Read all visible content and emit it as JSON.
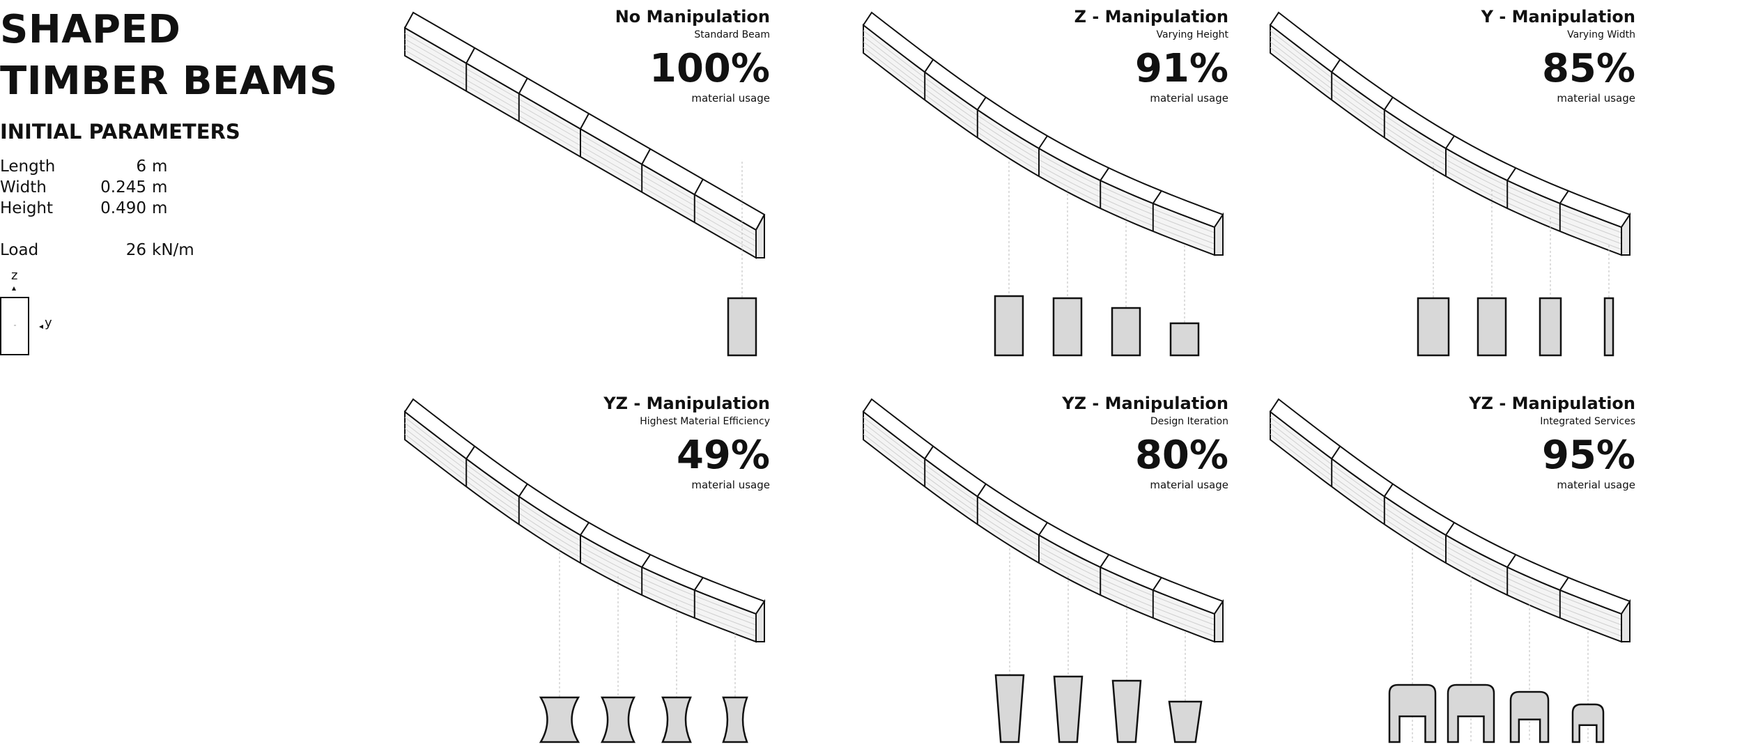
{
  "title": {
    "line1": "SHAPED",
    "line2": "TIMBER BEAMS"
  },
  "subheading": "INITIAL PARAMETERS",
  "parameters": [
    {
      "label": "Length",
      "value": "6",
      "unit": "m"
    },
    {
      "label": "Width",
      "value": "0.245",
      "unit": "m"
    },
    {
      "label": "Height",
      "value": "0.490",
      "unit": "m"
    },
    {
      "label": "Load",
      "value": "26",
      "unit": "kN/m"
    }
  ],
  "axis": {
    "z": "z",
    "y": "y"
  },
  "panels": [
    {
      "title": "No Manipulation",
      "subtitle": "Standard Beam",
      "percent": "100%",
      "percent_label": "material usage",
      "section_shape": "rectangle",
      "material_usage": 100
    },
    {
      "title": "Z - Manipulation",
      "subtitle": "Varying Height",
      "percent": "91%",
      "percent_label": "material usage",
      "section_shape": "rectangle",
      "material_usage": 91
    },
    {
      "title": "Y - Manipulation",
      "subtitle": "Varying Width",
      "percent": "85%",
      "percent_label": "material usage",
      "section_shape": "rectangle",
      "material_usage": 85
    },
    {
      "title": "YZ - Manipulation",
      "subtitle": "Highest Material Efficiency",
      "percent": "49%",
      "percent_label": "material usage",
      "section_shape": "hourglass",
      "material_usage": 49
    },
    {
      "title": "YZ - Manipulation",
      "subtitle": "Design Iteration",
      "percent": "80%",
      "percent_label": "material usage",
      "section_shape": "trapezoid",
      "material_usage": 80
    },
    {
      "title": "YZ - Manipulation",
      "subtitle": "Integrated Services",
      "percent": "95%",
      "percent_label": "material usage",
      "section_shape": "arch",
      "material_usage": 95
    }
  ],
  "colors": {
    "section_fill": "#d8d8d8",
    "line": "#111111",
    "guide": "#bbbbbb"
  }
}
